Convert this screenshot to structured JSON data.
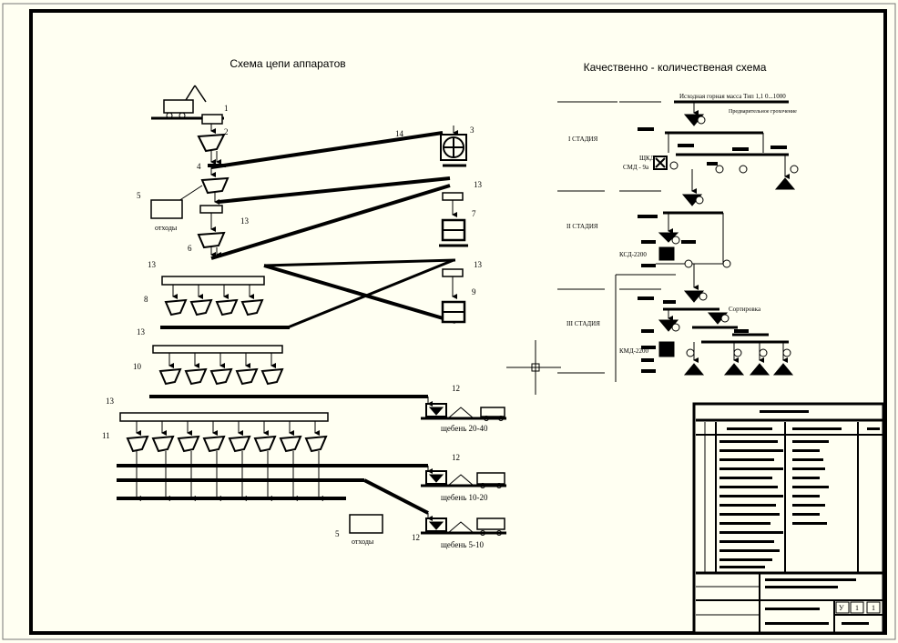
{
  "titles": {
    "left": "Схема цепи аппаратов",
    "right": "Качественно - количественая схема"
  },
  "left_labels": {
    "waste": "отходы",
    "waste2": "отходы",
    "product_1": "щебень 20-40",
    "product_2": "щебень 10-20",
    "product_3": "щебень 5-10"
  },
  "callouts": [
    "1",
    "2",
    "3",
    "4",
    "5",
    "6",
    "7",
    "8",
    "9",
    "10",
    "11",
    "12",
    "13",
    "14"
  ],
  "right_labels": {
    "source": "Исходная горная масса Тип 1,1 0...1000",
    "prescreen": "Предварительное грохочение",
    "stage_1": "I СТАДИЯ",
    "stage_2": "II СТАДИЯ",
    "stage_3": "III СТАДИЯ",
    "crusher_1a": "ЩКД",
    "crusher_1b": "СМД - 9а",
    "crusher_2": "КСД-2200",
    "crusher_3": "КМД-2200",
    "sorting": "Сортировка"
  },
  "title_block": {
    "sheet": "1",
    "sheets": "1",
    "letter": "У"
  },
  "colors": {
    "background": "#fffff2",
    "ink": "#000000"
  }
}
